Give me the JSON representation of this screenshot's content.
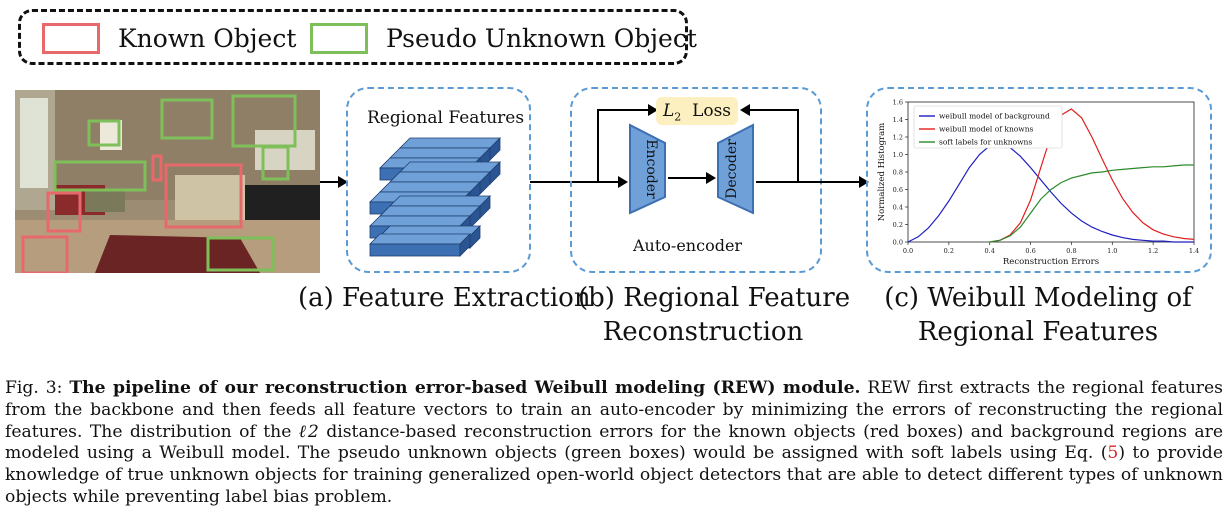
{
  "legend": {
    "known_label": "Known Object",
    "unknown_label": "Pseudo Unknown Object",
    "known_color": "#e8696c",
    "unknown_color": "#7fbf5a"
  },
  "panel_a": {
    "title": "Regional Features",
    "caption_line1": "(a)  Feature Extraction"
  },
  "panel_b": {
    "loss_label": "Loss",
    "encoder_label": "Encoder",
    "decoder_label": "Decoder",
    "autoencoder_label": "Auto-encoder",
    "caption_line1": "(b) Regional Feature",
    "caption_line2": "Reconstruction"
  },
  "panel_c": {
    "caption_line1": "(c) Weibull Modeling of",
    "caption_line2": "Regional Features"
  },
  "accent_color": "#5b9bd5",
  "chart_data": {
    "type": "line",
    "xlabel": "Reconstruction Errors",
    "ylabel": "Normalized Histogram",
    "xlim": [
      0.0,
      1.4
    ],
    "ylim": [
      0.0,
      1.6
    ],
    "xticks": [
      "0.0",
      "0.2",
      "0.4",
      "0.6",
      "0.8",
      "1.0",
      "1.2",
      "1.4"
    ],
    "yticks": [
      "0.0",
      "0.2",
      "0.4",
      "0.6",
      "0.8",
      "1.0",
      "1.2",
      "1.4",
      "1.6"
    ],
    "legend_position": "top-left",
    "series": [
      {
        "name": "weibull model of background",
        "color": "#1f1fbf",
        "x": [
          0.0,
          0.05,
          0.1,
          0.15,
          0.2,
          0.25,
          0.3,
          0.35,
          0.4,
          0.45,
          0.5,
          0.55,
          0.6,
          0.65,
          0.7,
          0.75,
          0.8,
          0.85,
          0.9,
          0.95,
          1.0,
          1.05,
          1.1,
          1.15,
          1.2,
          1.25,
          1.3,
          1.35,
          1.4
        ],
        "y": [
          0.0,
          0.06,
          0.16,
          0.3,
          0.47,
          0.66,
          0.85,
          1.0,
          1.1,
          1.12,
          1.08,
          0.98,
          0.85,
          0.71,
          0.57,
          0.44,
          0.33,
          0.24,
          0.17,
          0.12,
          0.08,
          0.05,
          0.03,
          0.02,
          0.01,
          0.01,
          0.0,
          0.0,
          0.0
        ]
      },
      {
        "name": "weibull model of knowns",
        "color": "#e02020",
        "x": [
          0.4,
          0.45,
          0.5,
          0.55,
          0.6,
          0.65,
          0.7,
          0.75,
          0.8,
          0.85,
          0.9,
          0.95,
          1.0,
          1.05,
          1.1,
          1.15,
          1.2,
          1.25,
          1.3,
          1.35,
          1.4
        ],
        "y": [
          0.0,
          0.02,
          0.08,
          0.22,
          0.48,
          0.85,
          1.22,
          1.45,
          1.52,
          1.42,
          1.2,
          0.95,
          0.71,
          0.5,
          0.34,
          0.22,
          0.14,
          0.09,
          0.06,
          0.04,
          0.03
        ]
      },
      {
        "name": "soft labels for unknowns",
        "color": "#2a8a2a",
        "x": [
          0.4,
          0.45,
          0.5,
          0.55,
          0.6,
          0.65,
          0.7,
          0.75,
          0.8,
          0.85,
          0.9,
          0.95,
          1.0,
          1.05,
          1.1,
          1.15,
          1.2,
          1.25,
          1.3,
          1.35,
          1.4
        ],
        "y": [
          0.0,
          0.02,
          0.07,
          0.17,
          0.33,
          0.49,
          0.6,
          0.68,
          0.73,
          0.76,
          0.79,
          0.8,
          0.82,
          0.83,
          0.84,
          0.85,
          0.86,
          0.86,
          0.87,
          0.88,
          0.88
        ]
      }
    ]
  },
  "figure_caption": {
    "label": "Fig. 3: ",
    "bold": "The pipeline of our reconstruction error-based Weibull modeling (REW) module.",
    "text_1": " REW first extracts the regional features from the backbone and then feeds all feature vectors to train an auto-encoder by minimizing the errors of reconstructing the regional features. The distribution of the ",
    "math": "ℓ2",
    "text_2": " distance-based reconstruction errors for the known objects (red boxes) and background regions are modeled using a Weibull model. The pseudo unknown objects (green boxes) would be assigned with soft labels using Eq. (",
    "eq_ref": "5",
    "text_3": ") to provide knowledge of true unknown objects for training generalized open-world object detectors that are able to detect different types of unknown objects while preventing label bias problem."
  }
}
